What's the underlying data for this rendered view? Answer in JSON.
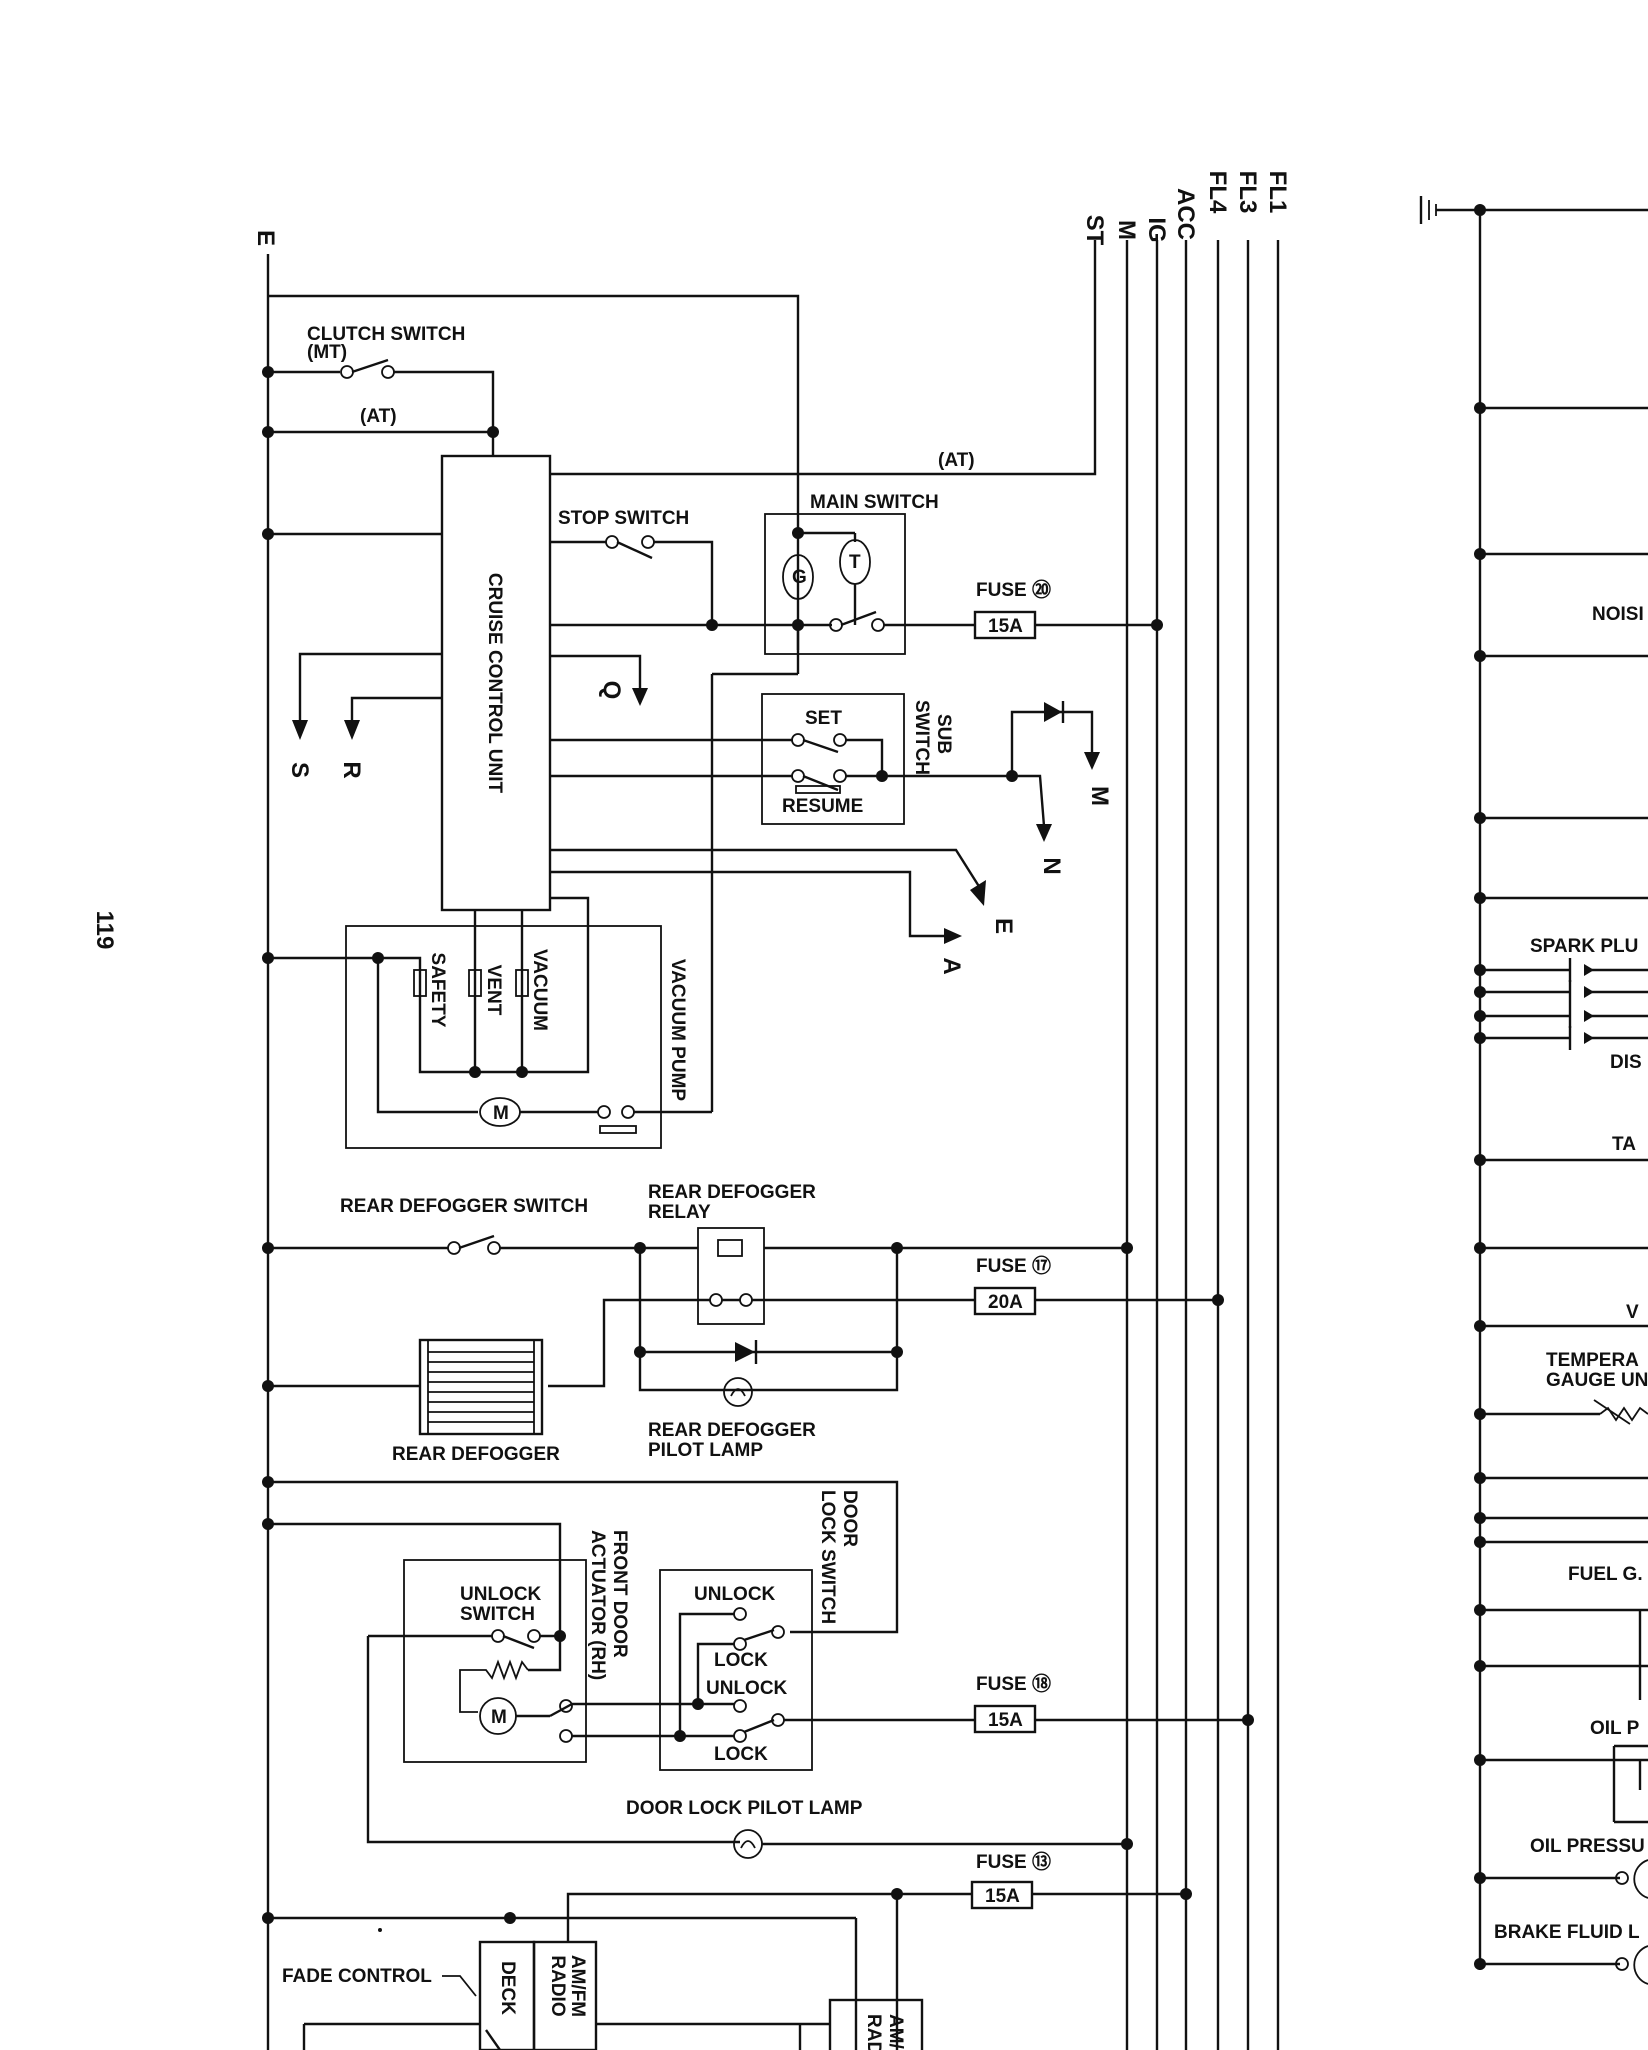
{
  "page_number": "119",
  "supply_lines": [
    "FL1",
    "FL3",
    "FL4",
    "ACC",
    "IG",
    "M",
    "ST"
  ],
  "ground_line": "E",
  "connectors": {
    "Q": "Q",
    "S": "S",
    "R": "R",
    "M": "M",
    "N": "N",
    "E": "E",
    "A": "A"
  },
  "labels": {
    "clutch_switch": "CLUTCH SWITCH",
    "mt": "(MT)",
    "at1": "(AT)",
    "at2": "(AT)",
    "cruise_control_unit": "CRUISE CONTROL UNIT",
    "stop_switch": "STOP SWITCH",
    "main_switch": "MAIN SWITCH",
    "set": "SET",
    "resume": "RESUME",
    "sub_switch_1": "SUB",
    "sub_switch_2": "SWITCH",
    "safety": "SAFETY",
    "vent": "VENT",
    "vacuum": "VACUUM",
    "vacuum_pump": "VACUUM PUMP",
    "rear_defogger_switch": "REAR DEFOGGER SWITCH",
    "rear_defogger_relay_1": "REAR DEFOGGER",
    "rear_defogger_relay_2": "RELAY",
    "rear_defogger": "REAR DEFOGGER",
    "rear_defogger_pilot_1": "REAR DEFOGGER",
    "rear_defogger_pilot_2": "PILOT LAMP",
    "unlock_switch_1": "UNLOCK",
    "unlock_switch_2": "SWITCH",
    "front_door_actuator_1": "FRONT DOOR",
    "front_door_actuator_2": "ACTUATOR (RH)",
    "door_lock_switch_1": "DOOR",
    "door_lock_switch_2": "LOCK SWITCH",
    "unlock_a": "UNLOCK",
    "lock_a": "LOCK",
    "unlock_b": "UNLOCK",
    "lock_b": "LOCK",
    "door_lock_pilot_lamp": "DOOR LOCK PILOT LAMP",
    "fade_control": "FADE CONTROL",
    "deck": "DECK",
    "am_fm_radio_1": "AM/FM",
    "am_fm_radio_2": "RADIO",
    "am_radio_partial_1": "AM/",
    "am_radio_partial_2": "RAD"
  },
  "fuses": [
    {
      "label": "FUSE ⑳",
      "rating": "15A"
    },
    {
      "label": "FUSE ⑰",
      "rating": "20A"
    },
    {
      "label": "FUSE ⑱",
      "rating": "15A"
    },
    {
      "label": "FUSE ⑬",
      "rating": "15A"
    }
  ],
  "right_panel_labels": {
    "noise": "NOISI",
    "spark_plug": "SPARK PLU",
    "dis": "DIS",
    "tac": "TA",
    "v": "V",
    "temperature_1": "TEMPERA",
    "temperature_2": "GAUGE UN",
    "fuel_gauge": "FUEL G.",
    "oil_p": "OIL P",
    "oil_pressure": "OIL PRESSU",
    "brake_fluid": "BRAKE FLUID L"
  },
  "motor_symbol": "M"
}
